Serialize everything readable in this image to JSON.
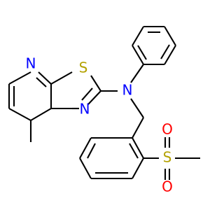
{
  "diagram": {
    "type": "chemical-structure",
    "background_color": "#ffffff",
    "bond_color": "#000000",
    "atoms": [
      {
        "id": "N1",
        "label": "N",
        "color": "#0000ff"
      },
      {
        "id": "S1",
        "label": "S",
        "color": "#b3a100"
      },
      {
        "id": "N2",
        "label": "N",
        "color": "#0000ff"
      },
      {
        "id": "N3",
        "label": "N",
        "color": "#0000ff"
      },
      {
        "id": "S2",
        "label": "S",
        "color": "#b3a100"
      },
      {
        "id": "O1",
        "label": "O",
        "color": "#ff0000"
      },
      {
        "id": "O2",
        "label": "O",
        "color": "#ff0000"
      }
    ]
  }
}
